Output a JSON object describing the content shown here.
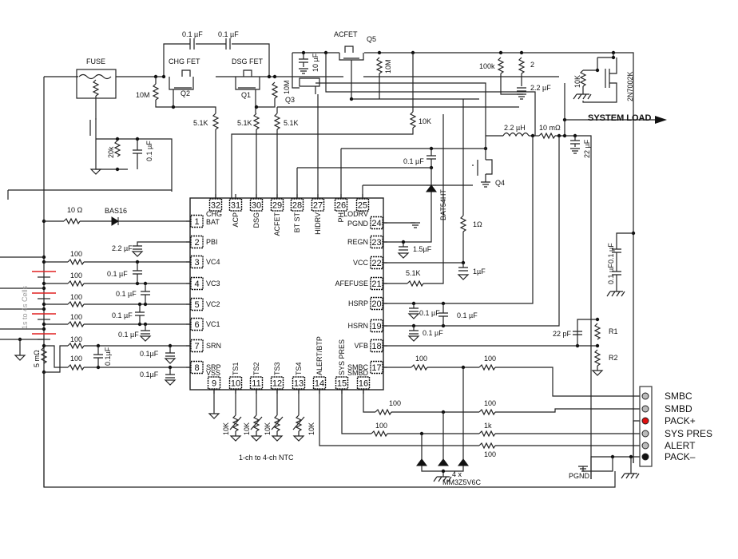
{
  "diagram": {
    "ic": {
      "pins": [
        {
          "num": "1",
          "name": "BAT"
        },
        {
          "num": "2",
          "name": "PBI"
        },
        {
          "num": "3",
          "name": "VC4"
        },
        {
          "num": "4",
          "name": "VC3"
        },
        {
          "num": "5",
          "name": "VC2"
        },
        {
          "num": "6",
          "name": "VC1"
        },
        {
          "num": "7",
          "name": "SRN"
        },
        {
          "num": "8",
          "name": "SRP"
        },
        {
          "num": "9",
          "name": "VSS"
        },
        {
          "num": "10",
          "name": "TS1"
        },
        {
          "num": "11",
          "name": "TS2"
        },
        {
          "num": "12",
          "name": "TS3"
        },
        {
          "num": "13",
          "name": "TS4"
        },
        {
          "num": "14",
          "name": "ALERT/BTP"
        },
        {
          "num": "15",
          "name": "SYS PRES"
        },
        {
          "num": "16",
          "name": "SMBD"
        },
        {
          "num": "17",
          "name": "SMBC"
        },
        {
          "num": "18",
          "name": "VFB"
        },
        {
          "num": "19",
          "name": "HSRN"
        },
        {
          "num": "20",
          "name": "HSRP"
        },
        {
          "num": "21",
          "name": "AFEFUSE"
        },
        {
          "num": "22",
          "name": "VCC"
        },
        {
          "num": "23",
          "name": "REGN"
        },
        {
          "num": "24",
          "name": "PGND"
        },
        {
          "num": "25",
          "name": "LODRV"
        },
        {
          "num": "26",
          "name": "PH"
        },
        {
          "num": "27",
          "name": "HIDRV"
        },
        {
          "num": "28",
          "name": "BT ST"
        },
        {
          "num": "29",
          "name": "ACFET"
        },
        {
          "num": "30",
          "name": "DSG"
        },
        {
          "num": "31",
          "name": "ACP"
        },
        {
          "num": "32",
          "name": "CHG"
        }
      ]
    },
    "components": {
      "fuse": "FUSE",
      "chg_fet": "CHG FET",
      "dsg_fet": "DSG FET",
      "acfet": "ACFET",
      "q1": "Q1",
      "q2": "Q2",
      "q3": "Q3",
      "q4": "Q4",
      "q5": "Q5",
      "cap_top1": "0.1 µF",
      "cap_top2": "0.1 µF",
      "r_10m_left": "10M",
      "r_10m_mid": "10M",
      "r_10m_q5": "10M",
      "cap_10uf": "10 µF",
      "r_5k1_a": "5.1K",
      "r_5k1_b": "5.1K",
      "r_5k1_c": "5.1K",
      "r_20k": "20k",
      "cap_fuse": "0.1 µF",
      "r_10k_mid": "10K",
      "r_100k": "100k",
      "r_2": "2",
      "cap_2u2": "2.2 µF",
      "r_10k_right": "10K",
      "q_2n7002k": "2N7002K",
      "system_load": "SYSTEM LOAD",
      "inductor": "2.2 µH",
      "r_sense": "10 mΩ",
      "cap_22uf": "22 µF",
      "cap_bst": "0.1 µF",
      "diode_bat54": "BAT54HT",
      "cap_regn": "1.5µF",
      "r_1ohm": "1Ω",
      "cap_vcc": "1µF",
      "r_afefuse": "5.1K",
      "cap_hsr1": "0.1 µF",
      "cap_hsr2": "0.1 µF",
      "cap_hsr3": "0.1 µF",
      "cap_22pf": "22 pF",
      "r1": "R1",
      "r2": "R2",
      "cap_pack1": "0.1 µF",
      "cap_pack2": "0.1 µF",
      "r_bat": "10 Ω",
      "diode_bas16": "BAS16",
      "cap_pbi": "2.2 µF",
      "r_vc4": "100",
      "r_vc3": "100",
      "r_vc2": "100",
      "r_vc1": "100",
      "r_srn": "100",
      "r_srp": "100",
      "cap_vc4": "0.1 µF",
      "cap_vc3": "0.1 µF",
      "cap_vc2": "0.1 µF",
      "cap_vc1": "0.1 µF",
      "cap_sr_diff": "0.1µF",
      "cap_srn": "0.1µF",
      "cap_srp": "0.1µF",
      "r_shunt": "5 mΩ",
      "cells_label": "1s to 4s Cells",
      "ntc_r1": "10K",
      "ntc_r2": "10K",
      "ntc_r3": "10K",
      "ntc_r4": "10K",
      "ntc_label": "1-ch to 4-ch NTC",
      "r_smbc1": "100",
      "r_smbc2": "100",
      "r_smbd1": "100",
      "r_smbd2": "100",
      "r_sys1": "100",
      "r_sys2": "1k",
      "r_alert": "100",
      "zener_count": "4 x",
      "zener_part": "MM3Z5V6C",
      "pgnd": "PGND"
    },
    "connector": {
      "pins": [
        {
          "label": "SMBC",
          "color": "#bbbbbb"
        },
        {
          "label": "SMBD",
          "color": "#bbbbbb"
        },
        {
          "label": "PACK+",
          "color": "#e01010"
        },
        {
          "label": "SYS PRES",
          "color": "#bbbbbb"
        },
        {
          "label": "ALERT",
          "color": "#bbbbbb"
        },
        {
          "label": "PACK–",
          "color": "#111111"
        }
      ]
    }
  }
}
